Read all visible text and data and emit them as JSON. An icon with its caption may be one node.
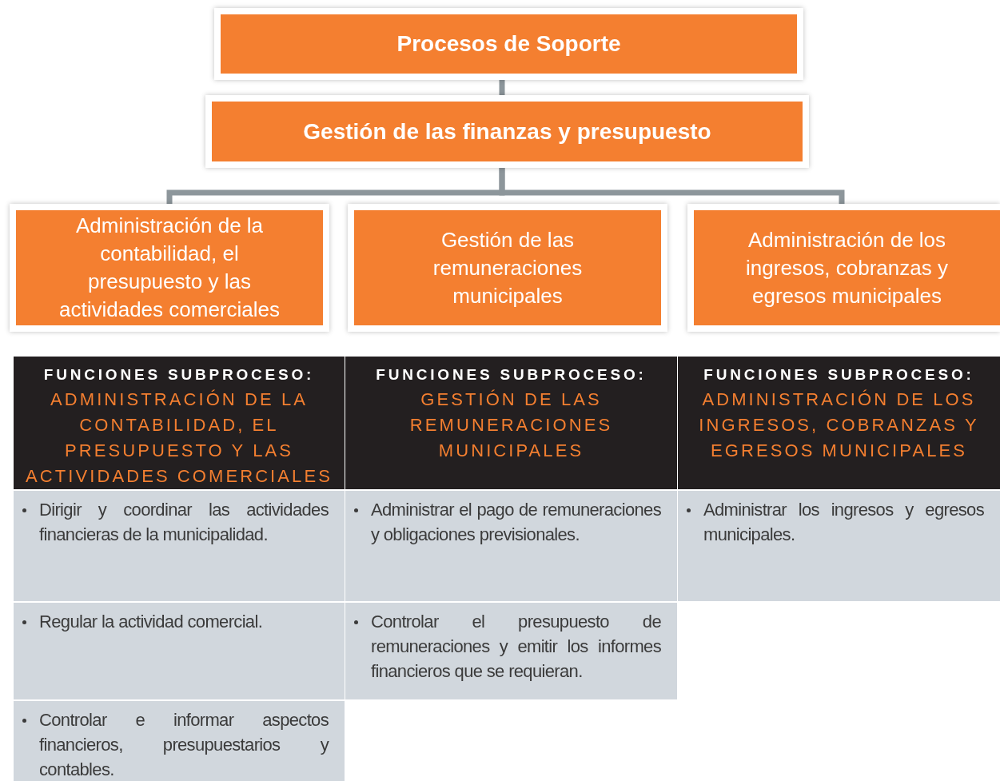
{
  "diagram": {
    "nodes": [
      {
        "text": [
          "Procesos de Soporte"
        ]
      },
      {
        "text": [
          "Gestión de las finanzas y presupuesto"
        ]
      },
      {
        "text": [
          "Administración de la contabilidad, el presupuesto y las actividades comerciales"
        ]
      },
      {
        "text": [
          "Gestión de las remuneraciones municipales"
        ]
      },
      {
        "text": [
          "Administración de los ingresos, cobranzas y egresos municipales"
        ]
      }
    ],
    "edges": [
      {
        "from": 0,
        "to": 1,
        "arrow": "none"
      },
      {
        "from": 1,
        "to": 2,
        "arrow": "none"
      },
      {
        "from": 1,
        "to": 4,
        "arrow": "none"
      }
    ],
    "labels": [
      "FUNCIONES SUBPROCESO:",
      "ADMINISTRACIÓN DE LA CONTABILIDAD, EL PRESUPUESTO Y LAS ACTIVIDADES COMERCIALES",
      "FUNCIONES SUBPROCESO:",
      "GESTIÓN DE LAS REMUNERACIONES MUNICIPALES",
      "FUNCIONES SUBPROCESO:",
      "ADMINISTRACIÓN DE LOS INGRESOS, COBRANZAS Y EGRESOS MUNICIPALES",
      "Dirigir y coordinar las actividades financieras de la municipalidad.",
      "Administrar el pago de remuneraciones y obligaciones previsionales.",
      "Administrar los ingresos y egresos municipales.",
      "Regular la actividad comercial.",
      "Controlar el presupuesto de remuneraciones y emitir los informes financieros que se requieran.",
      "Controlar e informar aspectos financieros, presupuestarios y contables."
    ]
  }
}
